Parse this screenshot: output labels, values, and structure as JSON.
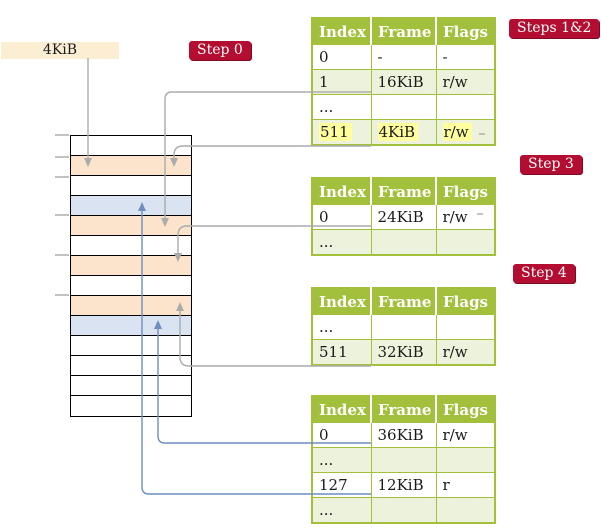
{
  "size_box": {
    "label": "4KiB"
  },
  "badges": {
    "step0": "Step 0",
    "steps12": "Steps 1&2",
    "step3": "Step 3",
    "step4": "Step 4"
  },
  "colors": {
    "table_header_green": "#a3c03c",
    "table_row_green": "#edf2dc",
    "frame_pagetable_peach": "#fce4cc",
    "frame_mapped_blue": "#d9e3f2",
    "size_box_cream": "#fbeed3",
    "badge_crimson": "#b30d31",
    "highlight_yellow": "#ffff9e",
    "gray_connector": "#ababab",
    "blue_connector": "#6d8ec0"
  },
  "memory": {
    "rows": [
      "free",
      "pagetable",
      "free",
      "mapped",
      "pagetable",
      "free",
      "pagetable",
      "free",
      "pagetable",
      "mapped",
      "free",
      "free",
      "free",
      "free"
    ]
  },
  "tables": {
    "t1": {
      "headers": [
        "Index",
        "Frame",
        "Flags"
      ],
      "rows": [
        {
          "index": "0",
          "frame": "-",
          "flags": "-"
        },
        {
          "index": "1",
          "frame": "16KiB",
          "flags": "r/w"
        },
        {
          "index": "...",
          "frame": "",
          "flags": ""
        },
        {
          "index": "511",
          "frame": "4KiB",
          "flags": "r/w"
        }
      ]
    },
    "t2": {
      "headers": [
        "Index",
        "Frame",
        "Flags"
      ],
      "rows": [
        {
          "index": "0",
          "frame": "24KiB",
          "flags": "r/w"
        },
        {
          "index": "...",
          "frame": "",
          "flags": ""
        }
      ]
    },
    "t3": {
      "headers": [
        "Index",
        "Frame",
        "Flags"
      ],
      "rows": [
        {
          "index": "...",
          "frame": "",
          "flags": ""
        },
        {
          "index": "511",
          "frame": "32KiB",
          "flags": "r/w"
        }
      ]
    },
    "t4": {
      "headers": [
        "Index",
        "Frame",
        "Flags"
      ],
      "rows": [
        {
          "index": "0",
          "frame": "36KiB",
          "flags": "r/w"
        },
        {
          "index": "...",
          "frame": "",
          "flags": ""
        },
        {
          "index": "127",
          "frame": "12KiB",
          "flags": "r"
        },
        {
          "index": "...",
          "frame": "",
          "flags": ""
        }
      ]
    }
  }
}
